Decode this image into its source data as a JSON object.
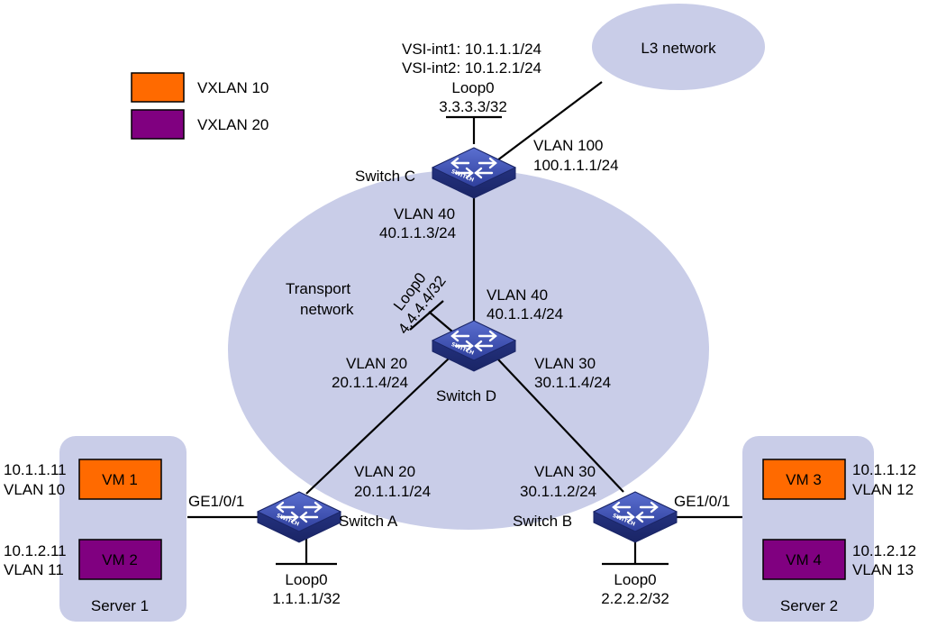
{
  "legend": [
    {
      "label": "VXLAN 10",
      "color": "#ff6a00"
    },
    {
      "label": "VXLAN 20",
      "color": "#800080"
    }
  ],
  "clouds": {
    "l3": "L3 network",
    "transport": [
      "Transport",
      "network"
    ]
  },
  "switches": {
    "c": "Switch C",
    "d": "Switch D",
    "a": "Switch A",
    "b": "Switch B"
  },
  "switch_badge": "SWITCH",
  "labels": {
    "c_vsi1": "VSI-int1: 10.1.1.1/24",
    "c_vsi2": "VSI-int2: 10.1.2.1/24",
    "c_loop": [
      "Loop0",
      "3.3.3.3/32"
    ],
    "c_vlan100": [
      "VLAN 100",
      "100.1.1.1/24"
    ],
    "c_vlan40": [
      "VLAN 40",
      "40.1.1.3/24"
    ],
    "d_loop": [
      "Loop0",
      "4.4.4.4/32"
    ],
    "d_vlan40": [
      "VLAN 40",
      "40.1.1.4/24"
    ],
    "d_vlan20": [
      "VLAN 20",
      "20.1.1.4/24"
    ],
    "d_vlan30": [
      "VLAN 30",
      "30.1.1.4/24"
    ],
    "a_vlan20": [
      "VLAN 20",
      "20.1.1.1/24"
    ],
    "b_vlan30": [
      "VLAN 30",
      "30.1.1.2/24"
    ],
    "a_port": "GE1/0/1",
    "b_port": "GE1/0/1",
    "a_loop": [
      "Loop0",
      "1.1.1.1/32"
    ],
    "b_loop": [
      "Loop0",
      "2.2.2.2/32"
    ]
  },
  "servers": [
    {
      "name": "Server 1",
      "vms": [
        {
          "name": "VM 1",
          "ip": "10.1.1.11",
          "vlan": "VLAN 10",
          "color": "#ff6a00"
        },
        {
          "name": "VM 2",
          "ip": "10.1.2.11",
          "vlan": "VLAN 11",
          "color": "#800080"
        }
      ]
    },
    {
      "name": "Server 2",
      "vms": [
        {
          "name": "VM 3",
          "ip": "10.1.1.12",
          "vlan": "VLAN 12",
          "color": "#ff6a00"
        },
        {
          "name": "VM 4",
          "ip": "10.1.2.12",
          "vlan": "VLAN 13",
          "color": "#800080"
        }
      ]
    }
  ]
}
